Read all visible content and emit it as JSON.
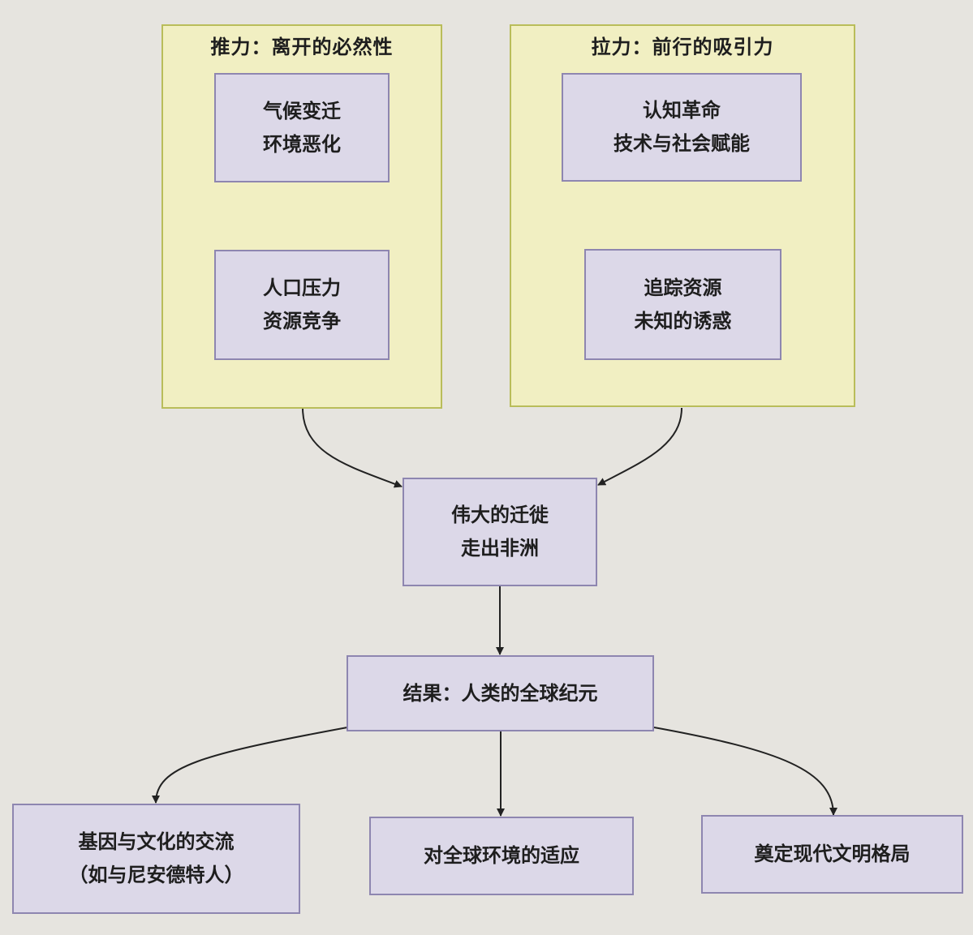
{
  "colors": {
    "background": "#e6e4df",
    "cluster_fill": "#f1efc2",
    "cluster_border": "#b9bd5a",
    "node_fill": "#dcd8e8",
    "node_border": "#8e86b0",
    "edge": "#222222"
  },
  "clusters": {
    "push": {
      "title": "推力：离开的必然性",
      "nodes": {
        "climate": {
          "line1": "气候变迁",
          "line2": "环境恶化"
        },
        "population": {
          "line1": "人口压力",
          "line2": "资源竞争"
        }
      }
    },
    "pull": {
      "title": "拉力：前行的吸引力",
      "nodes": {
        "cognitive": {
          "line1": "认知革命",
          "line2": "技术与社会赋能"
        },
        "resources": {
          "line1": "追踪资源",
          "line2": "未知的诱惑"
        }
      }
    }
  },
  "migration": {
    "line1": "伟大的迁徙",
    "line2": "走出非洲"
  },
  "result": {
    "label": "结果：人类的全球纪元"
  },
  "outcomes": {
    "exchange": {
      "line1": "基因与文化的交流",
      "line2": "（如与尼安德特人）"
    },
    "adaptation": {
      "label": "对全球环境的适应"
    },
    "civilization": {
      "label": "奠定现代文明格局"
    }
  },
  "edges": [
    {
      "from": "push",
      "to": "migration"
    },
    {
      "from": "pull",
      "to": "migration"
    },
    {
      "from": "migration",
      "to": "result"
    },
    {
      "from": "result",
      "to": "exchange"
    },
    {
      "from": "result",
      "to": "adaptation"
    },
    {
      "from": "result",
      "to": "civilization"
    }
  ]
}
